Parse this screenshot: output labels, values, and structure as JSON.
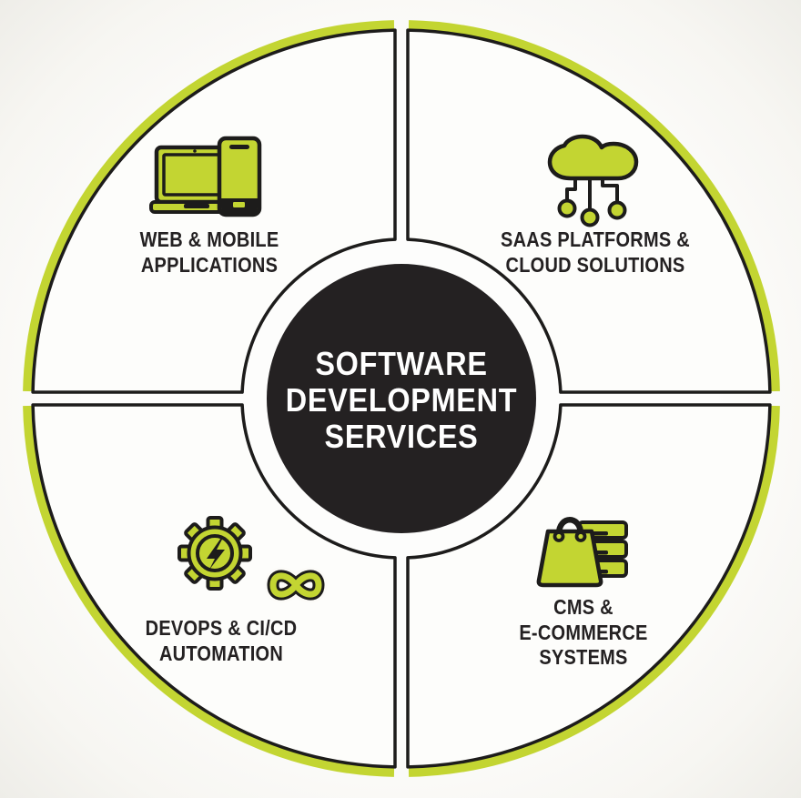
{
  "diagram": {
    "center": {
      "title": "SOFTWARE\nDEVELOPMENT\nSERVICES"
    },
    "quadrants": [
      {
        "id": "web-mobile-applications",
        "position": "top-left",
        "label": "WEB & MOBILE\nAPPLICATIONS",
        "icon": "laptop-phone-icon"
      },
      {
        "id": "saas-cloud-solutions",
        "position": "top-right",
        "label": "SAAS PLATFORMS &\nCLOUD SOLUTIONS",
        "icon": "cloud-network-icon"
      },
      {
        "id": "devops-cicd-automation",
        "position": "bottom-left",
        "label": "DEVOPS & CI/CD\nAUTOMATION",
        "icon": "gear-lightning-infinity-icon"
      },
      {
        "id": "cms-ecommerce-systems",
        "position": "bottom-right",
        "label": "CMS &\nE-COMMERCE\nSYSTEMS",
        "icon": "shopping-bag-servers-icon"
      }
    ],
    "colors": {
      "accent_green": "#c3d532",
      "dark_circle": "#242122",
      "outline": "#1d1c1b",
      "background": "#fbfaf7",
      "text_light": "#ffffff"
    }
  }
}
